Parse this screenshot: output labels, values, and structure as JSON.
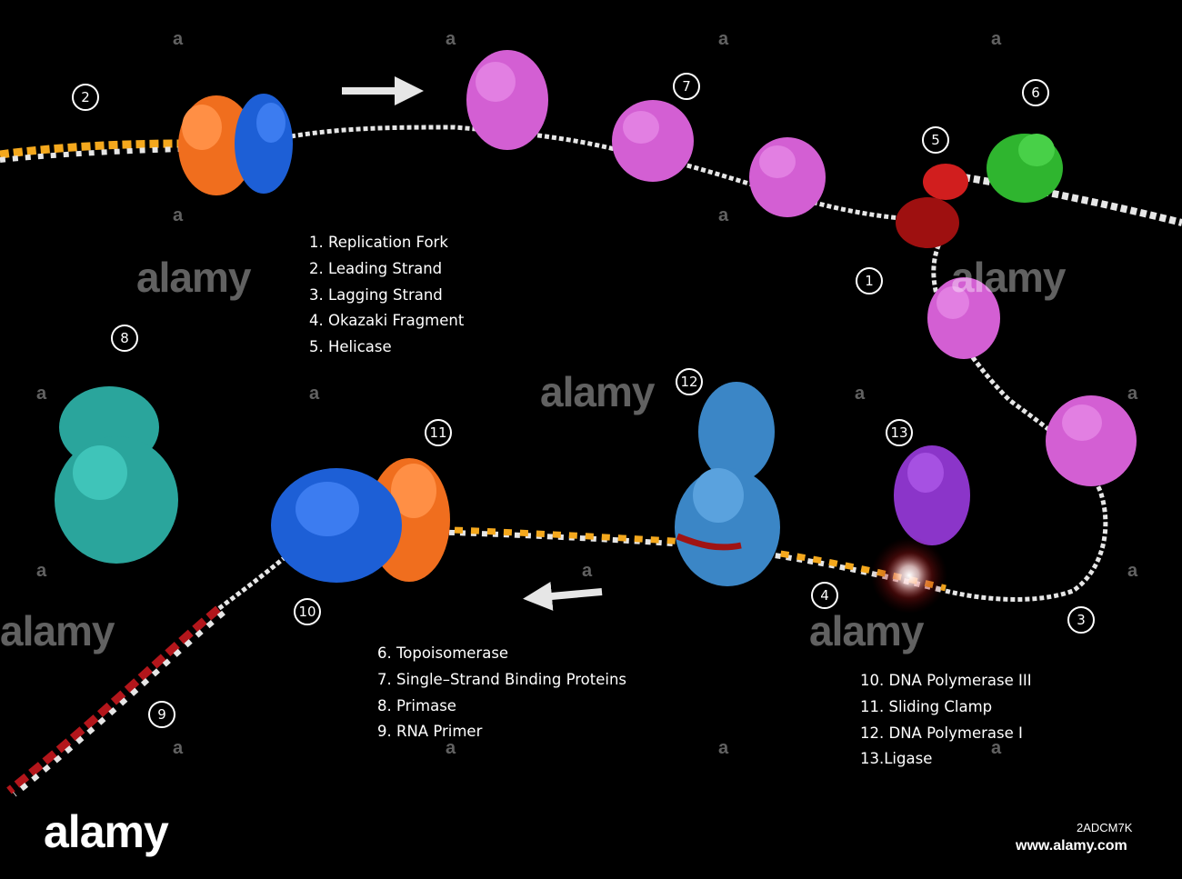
{
  "legend_groups": [
    [
      "1. Replication Fork",
      "2. Leading Strand",
      "3. Lagging Strand",
      "4. Okazaki Fragment",
      "5. Helicase"
    ],
    [
      "6. Topoisomerase",
      "7. Single–Strand Binding Proteins",
      "8. Primase",
      "9. RNA Primer"
    ],
    [
      "10. DNA Polymerase III",
      "11. Sliding Clamp",
      "12. DNA Polymerase I",
      "13.Ligase"
    ]
  ],
  "badges": [
    "1",
    "2",
    "3",
    "4",
    "5",
    "6",
    "7",
    "8",
    "9",
    "10",
    "11",
    "12",
    "13"
  ],
  "watermark": {
    "text": "alamy",
    "small": "a"
  },
  "footer": {
    "image_code": "2ADCM7K",
    "url": "www.alamy.com"
  },
  "colors": {
    "background": "#000000",
    "leading_strand": "#f4a81d",
    "dna_backbone": "#e6e6e6",
    "rna_primer": "#b3161b",
    "ssb_protein": "#d35fd3",
    "helicase": "#c4161c",
    "topoisomerase": "#2fb52f",
    "primase": "#2aa59c",
    "sliding_clamp": "#f06e1e",
    "dna_polymerase_iii": "#1d5fd6",
    "dna_polymerase_i": "#3b86c6",
    "ligase": "#8b35c9"
  }
}
